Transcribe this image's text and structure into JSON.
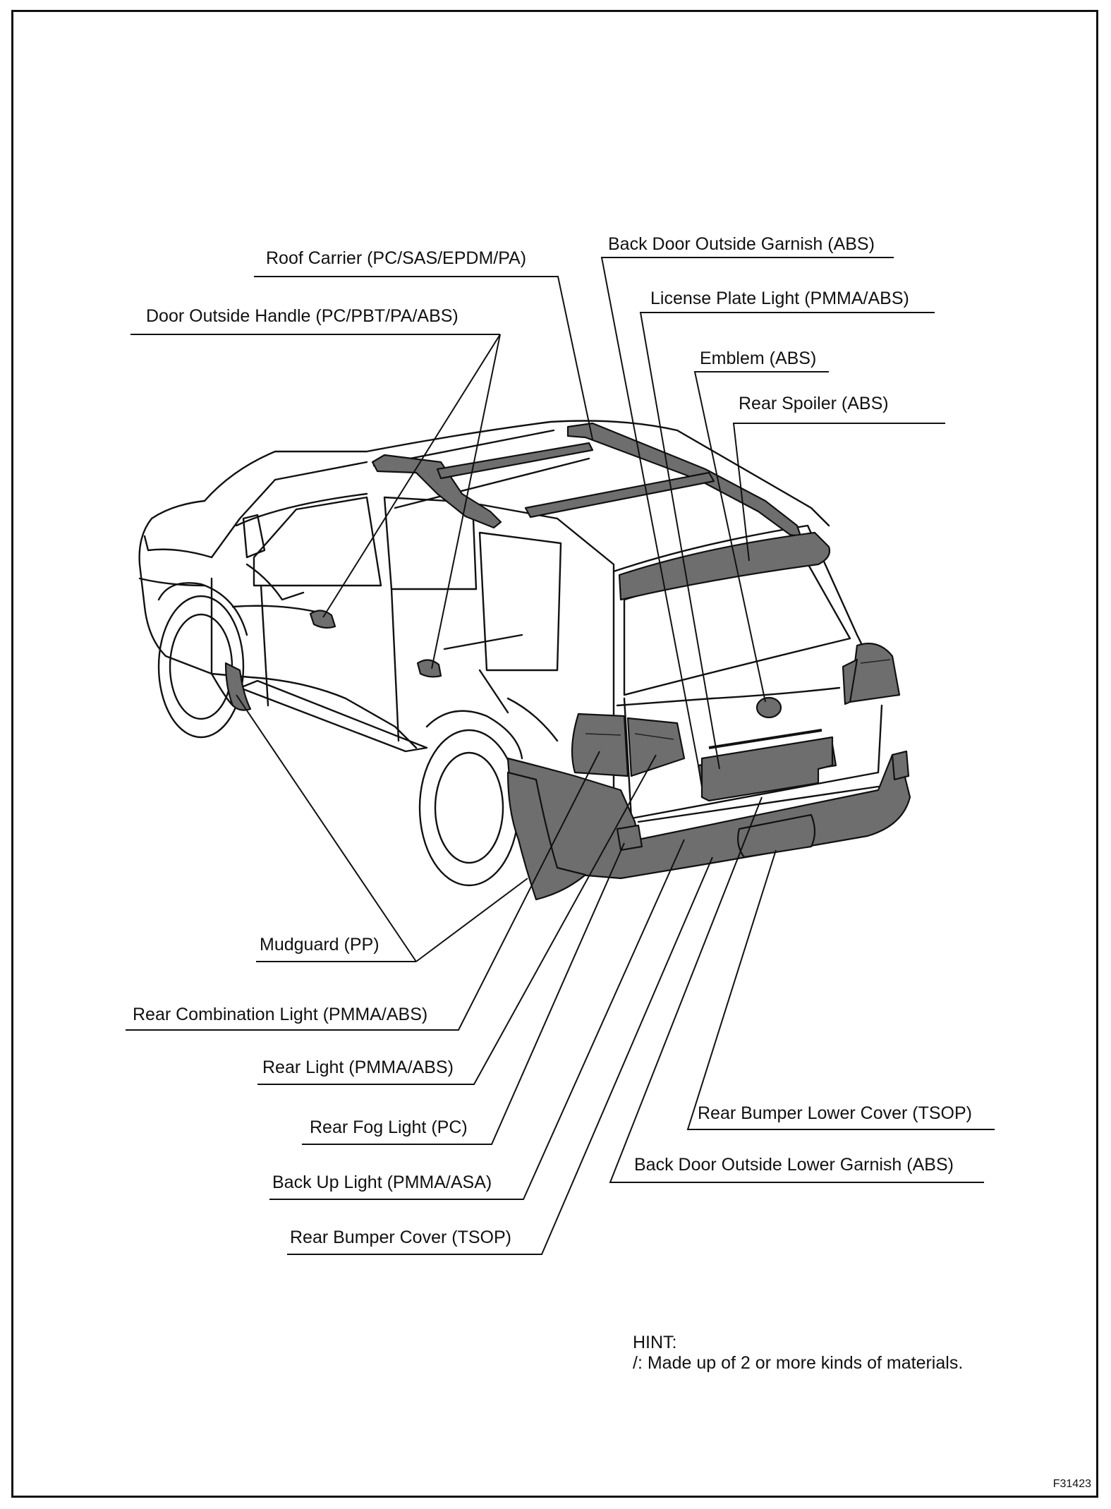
{
  "labels": {
    "roof_carrier": "Roof Carrier (PC/SAS/EPDM/PA)",
    "door_outside_handle": "Door Outside Handle (PC/PBT/PA/ABS)",
    "back_door_outside_garnish": "Back Door Outside Garnish (ABS)",
    "license_plate_light": "License Plate Light (PMMA/ABS)",
    "emblem": "Emblem (ABS)",
    "rear_spoiler": "Rear Spoiler (ABS)",
    "mudguard": "Mudguard (PP)",
    "rear_combination_light": "Rear Combination Light (PMMA/ABS)",
    "rear_light": "Rear Light (PMMA/ABS)",
    "rear_fog_light": "Rear Fog Light (PC)",
    "back_up_light": "Back Up Light (PMMA/ASA)",
    "rear_bumper_cover": "Rear Bumper Cover (TSOP)",
    "rear_bumper_lower_cover": "Rear Bumper Lower Cover (TSOP)",
    "back_door_outside_lower_garnish": "Back Door Outside Lower Garnish (ABS)"
  },
  "hint": {
    "title": "HINT:",
    "text": "/:  Made up of 2 or more kinds of materials."
  },
  "figure_id": "F31423",
  "colors": {
    "part_fill": "#6e6e6e",
    "outline": "#111111"
  }
}
